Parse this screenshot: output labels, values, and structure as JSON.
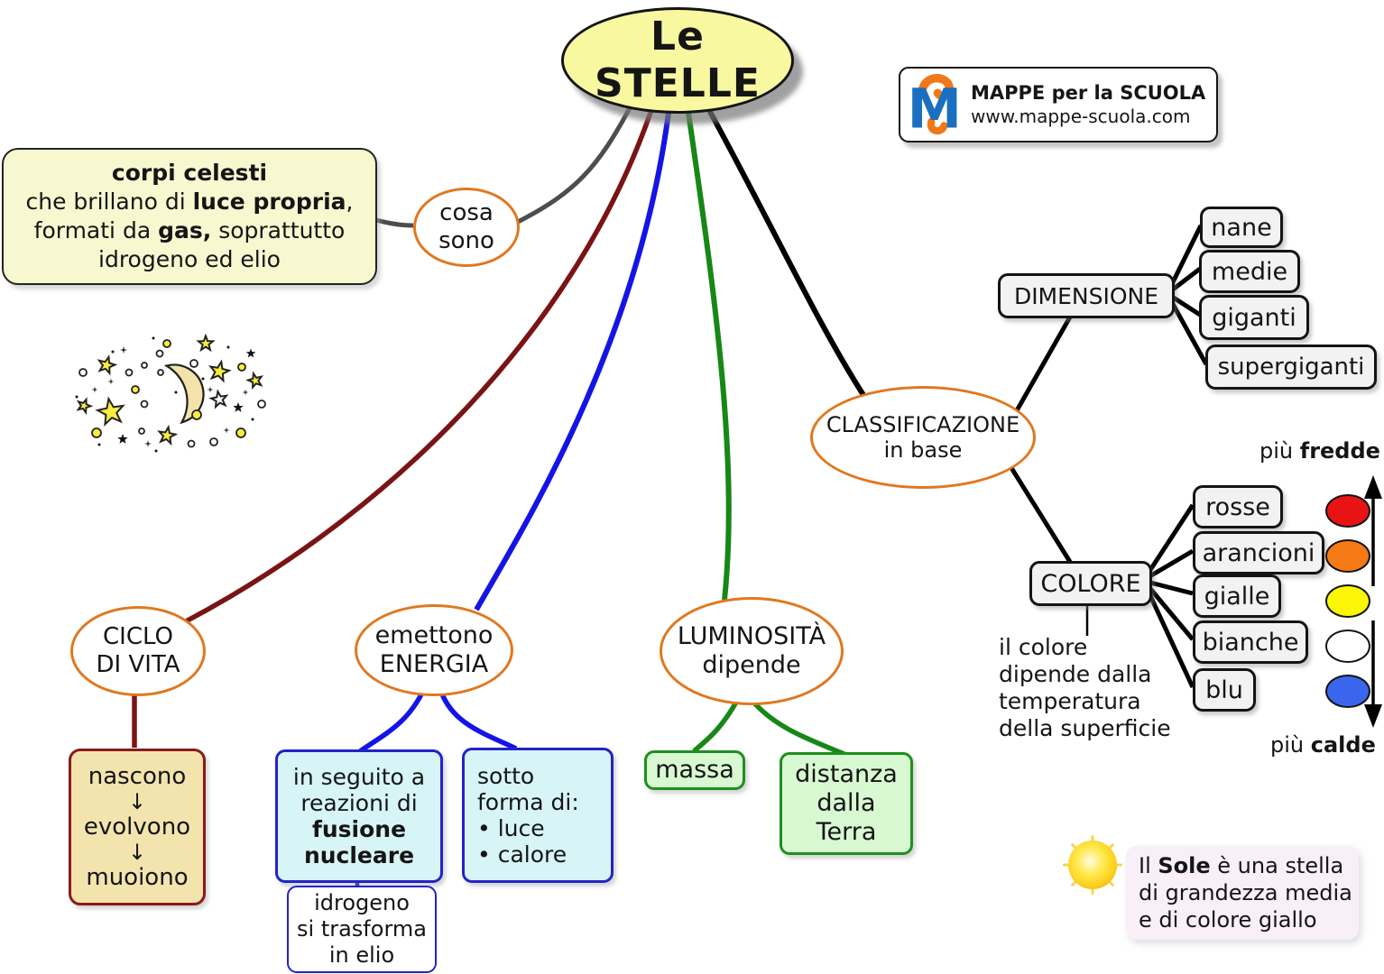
{
  "title": "Le STELLE",
  "logo": {
    "monogram": "M",
    "name": "MAPPE per la SCUOLA",
    "url": "www.mappe-scuola.com"
  },
  "cosa_sono": {
    "l1": "cosa",
    "l2": "sono"
  },
  "definizione": {
    "l1": "corpi celesti",
    "l2a": "che brillano di ",
    "l2b": "luce propria",
    "l2c": ",",
    "l3a": "formati da ",
    "l3b": "gas,",
    "l3c": " soprattutto",
    "l4": "idrogeno ed elio"
  },
  "classificazione": {
    "l1": "CLASSIFICAZIONE",
    "l2": "in base"
  },
  "dimensione": {
    "label": "DIMENSIONE",
    "children": [
      "nane",
      "medie",
      "giganti",
      "supergiganti"
    ]
  },
  "colore": {
    "label": "COLORE",
    "children": [
      "rosse",
      "arancioni",
      "gialle",
      "bianche",
      "blu"
    ],
    "note": {
      "l1": "il colore",
      "l2": "dipende dalla",
      "l3": "temperatura",
      "l4": "della superficie"
    }
  },
  "scala_temperatura": {
    "fredde_a": "più ",
    "fredde_b": "fredde",
    "calde_a": "più ",
    "calde_b": "calde"
  },
  "ciclo": {
    "l1": "CICLO",
    "l2": "DI VITA",
    "fasi": {
      "f1": "nascono",
      "arrow": "↓",
      "f2": "evolvono",
      "f3": "muoiono"
    }
  },
  "energia": {
    "l1": "emettono",
    "l2": "ENERGIA",
    "fusione": {
      "l1": "in seguito a",
      "l2": "reazioni di",
      "l3": "fusione",
      "l4": "nucleare"
    },
    "forma": {
      "l1": "sotto",
      "l2": "forma di:",
      "bullet": "•",
      "items": [
        "luce",
        "calore"
      ]
    },
    "idrogeno": {
      "l1": "idrogeno",
      "l2": "si trasforma",
      "l3": "in elio"
    }
  },
  "luminosita": {
    "l1": "LUMINOSITÀ",
    "l2": "dipende",
    "massa": "massa",
    "distanza": {
      "l1": "distanza",
      "l2": "dalla",
      "l3": "Terra"
    }
  },
  "sole": {
    "a": "Il ",
    "b": "Sole",
    "c": " è una stella",
    "l2": "di grandezza media",
    "l3": "e di colore giallo"
  },
  "colors": {
    "branch_gray": "#4d4d4d",
    "branch_darkred": "#7a1414",
    "branch_blue": "#1414e6",
    "branch_green": "#178717",
    "branch_black": "#000000",
    "dot_rosse": "#e81313",
    "dot_arancioni": "#f57915",
    "dot_gialle": "#fbf707",
    "dot_bianche": "#ffffff",
    "dot_blu": "#3a66ee",
    "node_border_orange": "#e07820",
    "title_fill": "#f8f8a0",
    "logo_blue": "#1a6fc0",
    "logo_orange": "#f07818"
  }
}
